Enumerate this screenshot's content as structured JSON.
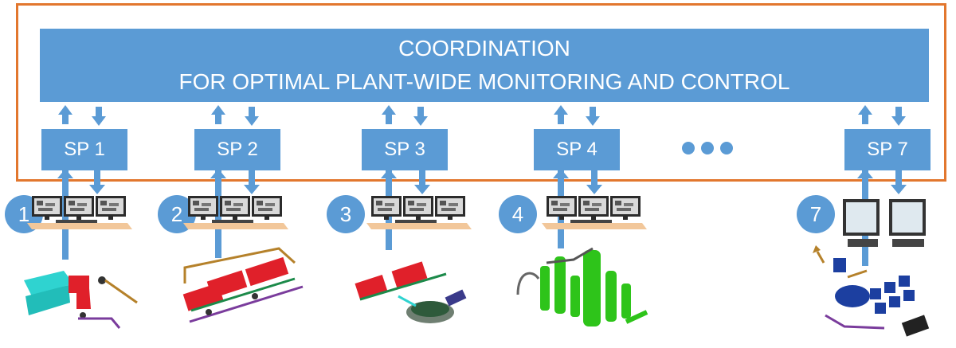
{
  "coordination": {
    "line1": "COORDINATION",
    "line2": "FOR OPTIMAL PLANT-WIDE MONITORING AND CONTROL"
  },
  "subplants": [
    {
      "label": "SP 1",
      "number": "1"
    },
    {
      "label": "SP 2",
      "number": "2"
    },
    {
      "label": "SP 3",
      "number": "3"
    },
    {
      "label": "SP 4",
      "number": "4"
    },
    {
      "label": "SP 7",
      "number": "7"
    }
  ],
  "colors": {
    "frame": "#e2772e",
    "block": "#5b9bd5",
    "arrow": "#5b9bd5",
    "pipe_red": "#e0202a",
    "pipe_green": "#2ec41a",
    "pipe_cyan": "#2fd3d0",
    "pipe_blue": "#1c3fa0"
  },
  "icons": [
    "monitor-workstation-icon",
    "process-plant-icon",
    "ellipsis-icon"
  ]
}
